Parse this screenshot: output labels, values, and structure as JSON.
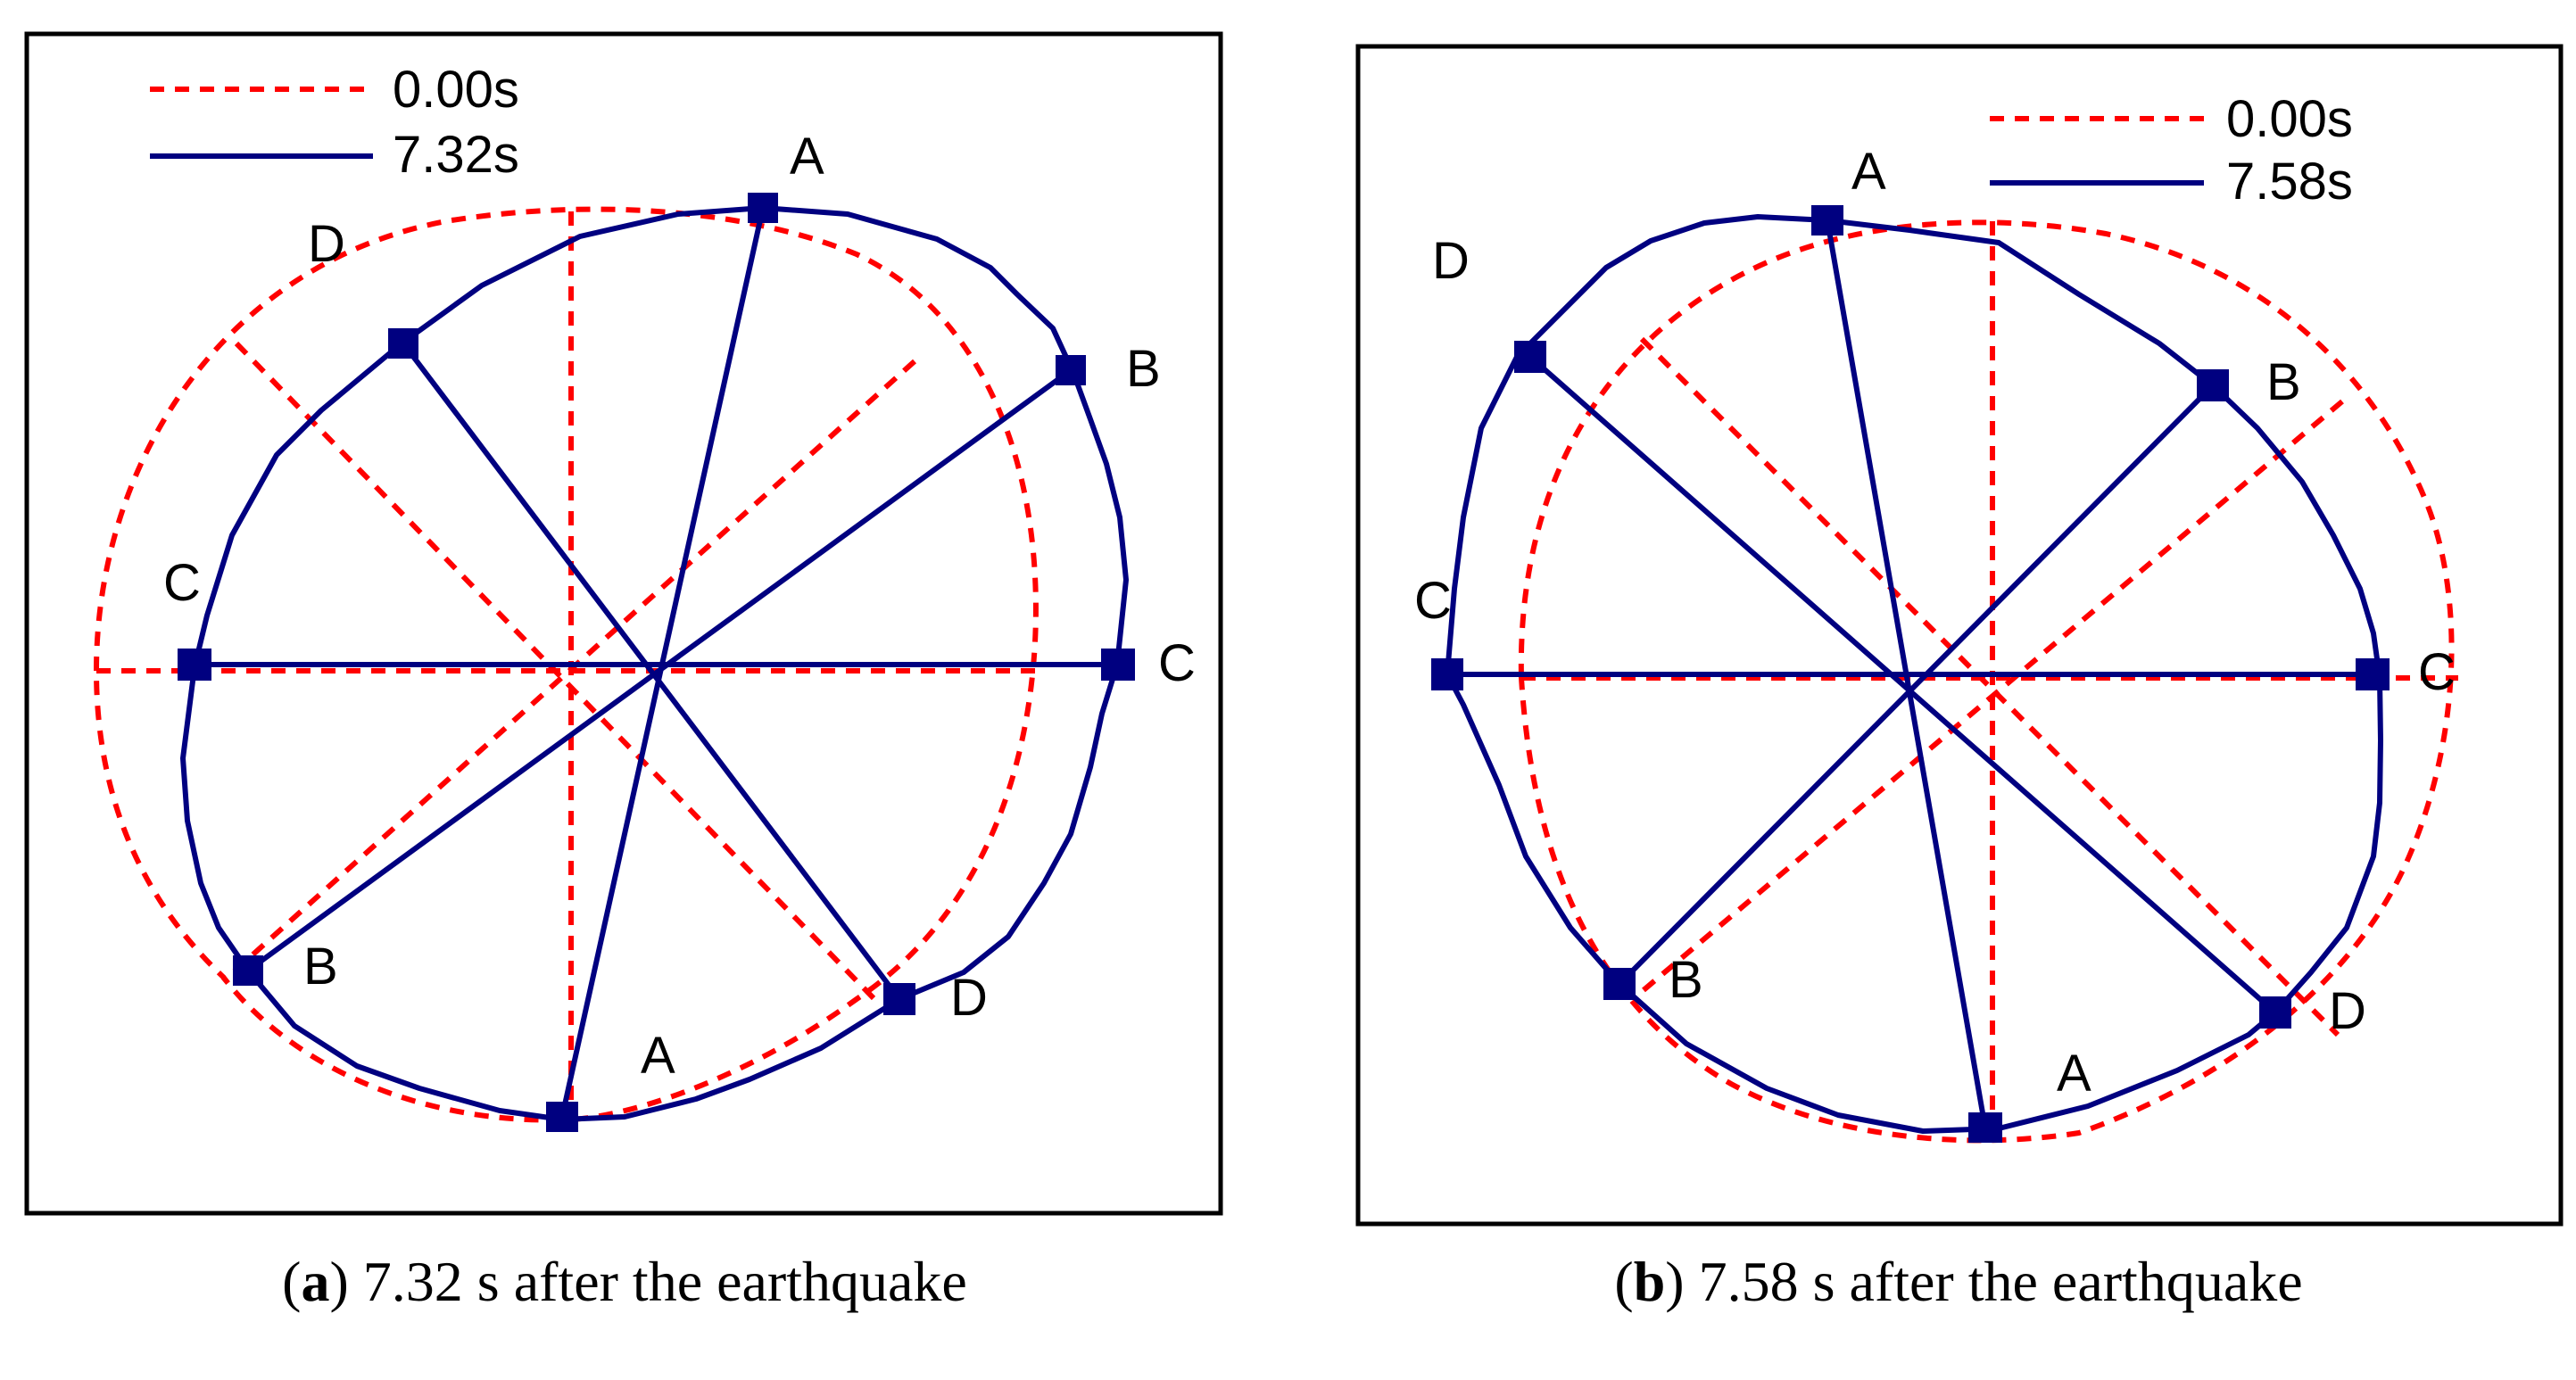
{
  "colors": {
    "initial": "#ff0000",
    "deformed": "#000080",
    "frame": "#000000"
  },
  "panels": [
    {
      "id": "a",
      "legend": [
        {
          "label": "0.00s",
          "style": "dashed",
          "color": "#ff0000"
        },
        {
          "label": "7.32s",
          "style": "solid",
          "color": "#000080"
        }
      ],
      "caption": {
        "letter": "a",
        "text": "7.32 s after the earthquake"
      },
      "point_labels": [
        "A",
        "D",
        "B",
        "C",
        "C",
        "B",
        "D",
        "A"
      ]
    },
    {
      "id": "b",
      "legend": [
        {
          "label": "0.00s",
          "style": "dashed",
          "color": "#ff0000"
        },
        {
          "label": "7.58s",
          "style": "solid",
          "color": "#000080"
        }
      ],
      "caption": {
        "letter": "b",
        "text": "7.58 s after the earthquake"
      },
      "point_labels": [
        "A",
        "D",
        "B",
        "C",
        "C",
        "B",
        "D",
        "A"
      ]
    }
  ]
}
